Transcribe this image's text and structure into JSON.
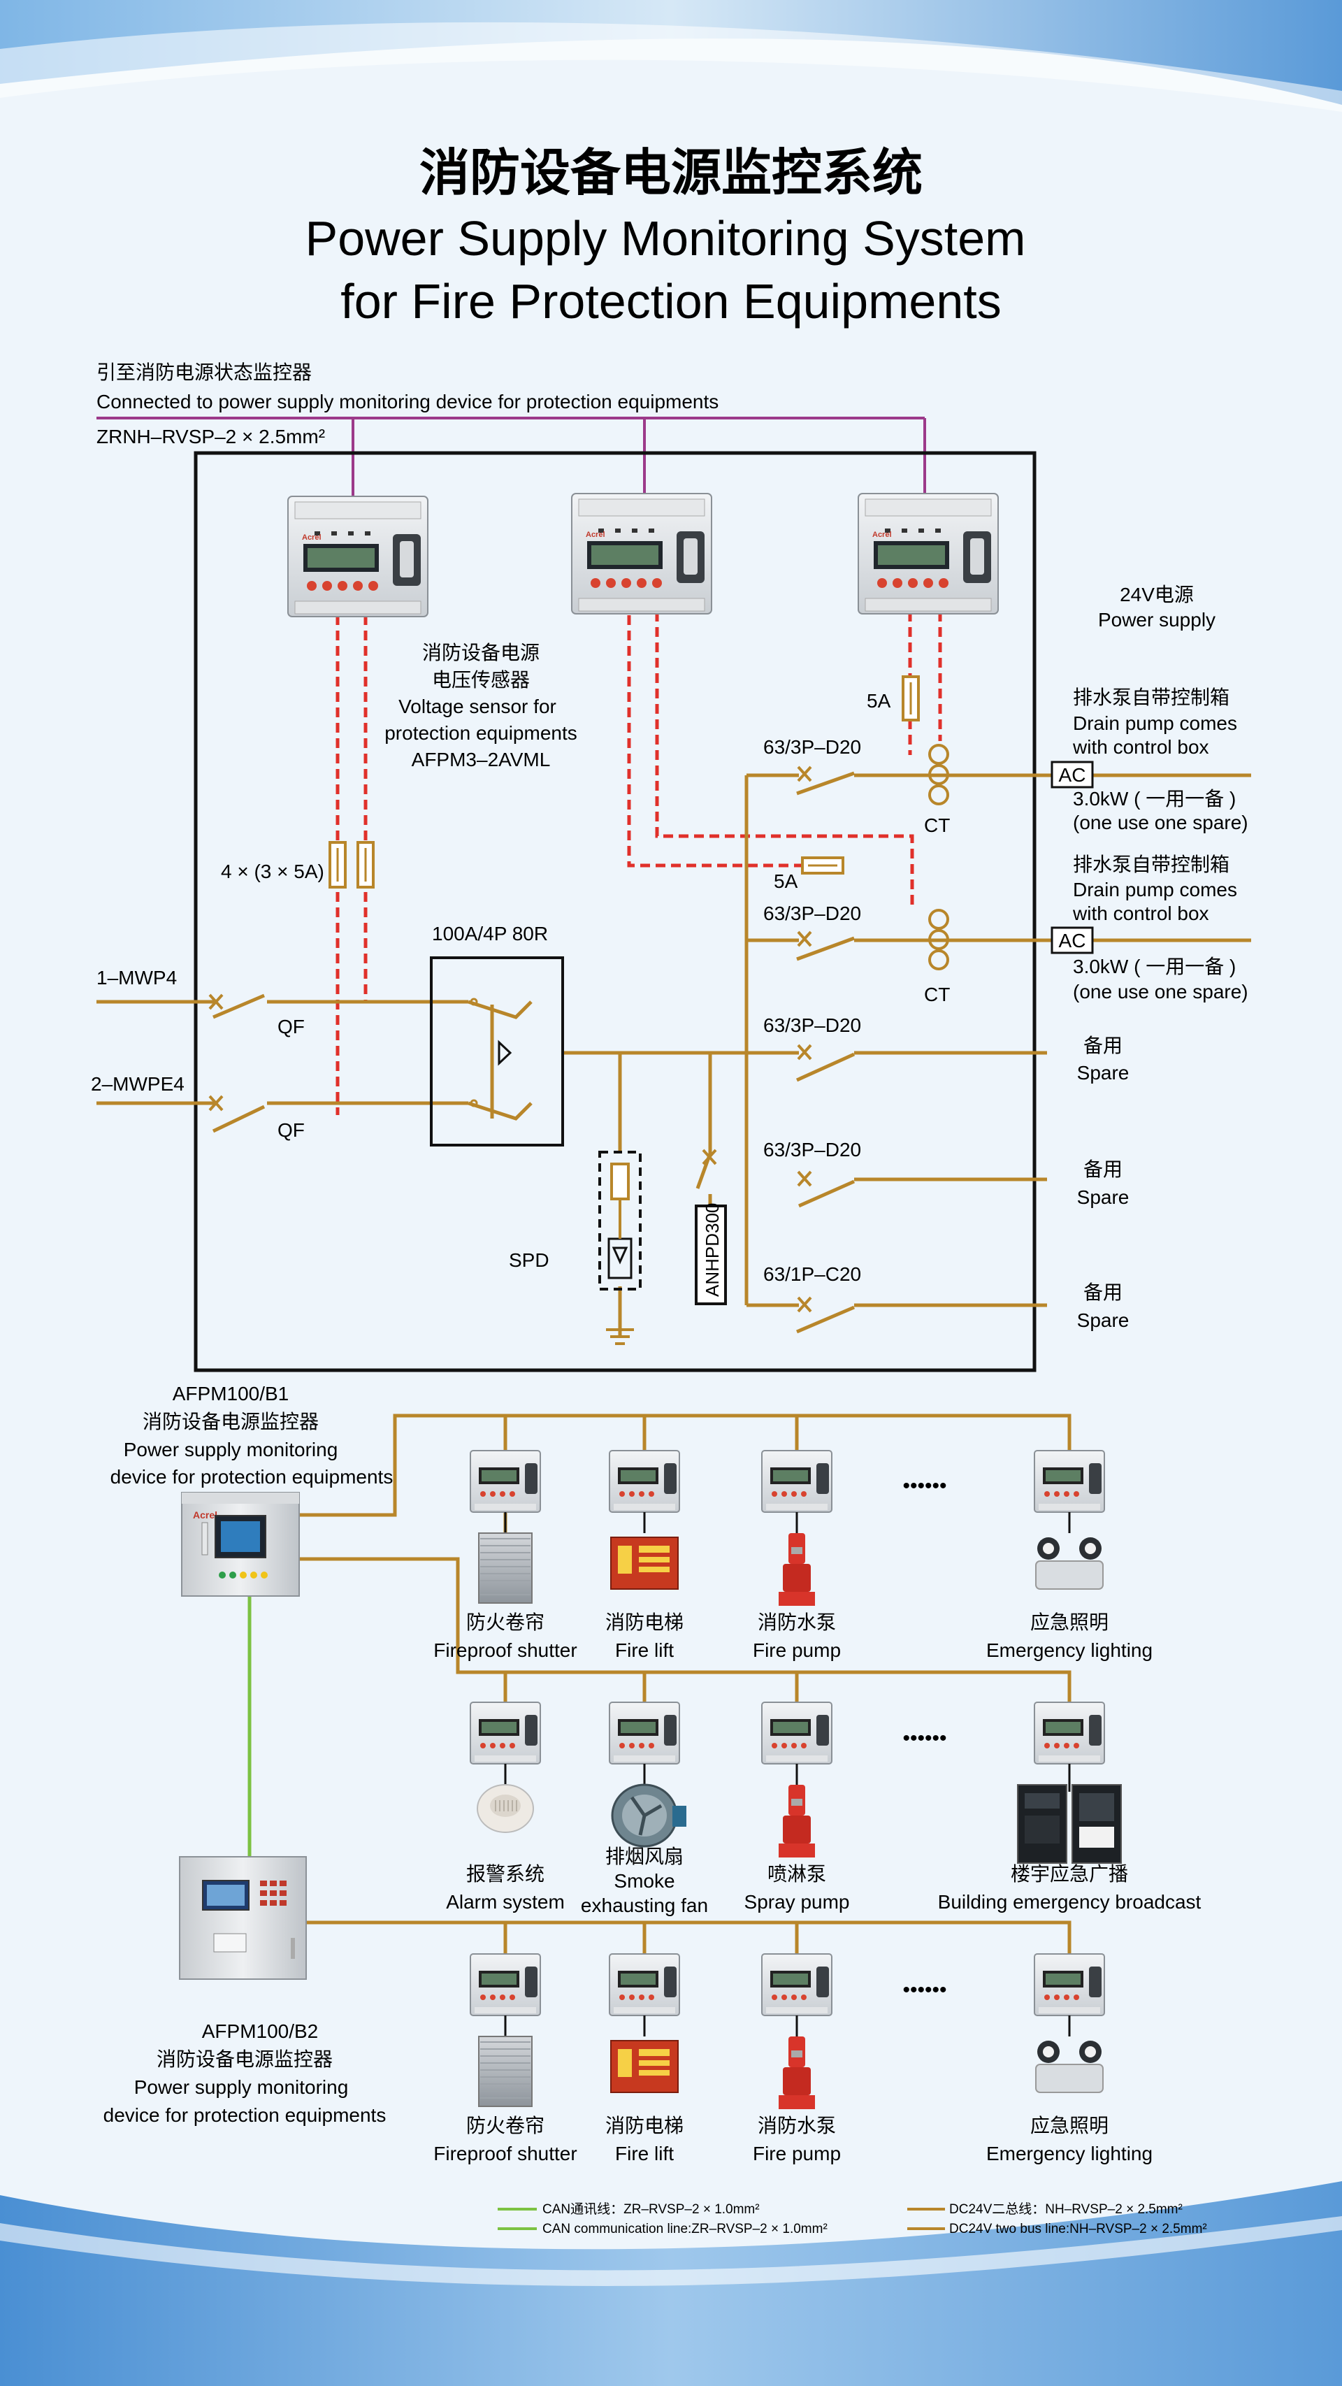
{
  "title": {
    "zh": "消防设备电源监控系统",
    "en_line1": "Power Supply Monitoring System",
    "en_line2": "for Fire Protection Equipments"
  },
  "top_note": {
    "zh": "引至消防电源状态监控器",
    "en": "Connected to power supply monitoring device for protection equipments",
    "cable": "ZRNH–RVSP–2 × 2.5mm²"
  },
  "sensor_note": {
    "zh1": "消防设备电源",
    "zh2": "电压传感器",
    "en1": "Voltage sensor for",
    "en2": "protection equipments",
    "model": "AFPM3–2AVML"
  },
  "power_supply": {
    "zh": "24V电源",
    "en": "Power supply"
  },
  "fuse_left": "4 × (3 × 5A)",
  "fuse_5a_top": "5A",
  "fuse_5a_mid": "5A",
  "breaker_main": "100A/4P 80R",
  "incoming": [
    "1–MWP4",
    "2–MWPE4"
  ],
  "qf": "QF",
  "spd": "SPD",
  "anhpd": "ANHPD300",
  "ct": "CT",
  "ac": "AC",
  "branches": [
    {
      "breaker": "63/3P–D20",
      "zh": "排水泵自带控制箱",
      "en1": "Drain pump comes",
      "en2": "with control box",
      "power": "3.0kW ( 一用一备 )",
      "power_en": "(one use one spare)"
    },
    {
      "breaker": "63/3P–D20",
      "zh": "排水泵自带控制箱",
      "en1": "Drain pump comes",
      "en2": "with control box",
      "power": "3.0kW ( 一用一备 )",
      "power_en": "(one use one spare)"
    },
    {
      "breaker": "63/3P–D20",
      "zh": "备用",
      "en1": "Spare"
    },
    {
      "breaker": "63/3P–D20",
      "zh": "备用",
      "en1": "Spare"
    },
    {
      "breaker": "63/1P–C20",
      "zh": "备用",
      "en1": "Spare"
    }
  ],
  "monitor_b1": {
    "model": "AFPM100/B1",
    "zh": "消防设备电源监控器",
    "en1": "Power supply monitoring",
    "en2": "device for protection equipments"
  },
  "monitor_b2": {
    "model": "AFPM100/B2",
    "zh": "消防设备电源监控器",
    "en1": "Power supply monitoring",
    "en2": "device for protection equipments"
  },
  "device_rows": [
    [
      {
        "zh": "防火卷帘",
        "en": "Fireproof shutter",
        "icon": "shutter"
      },
      {
        "zh": "消防电梯",
        "en": "Fire lift",
        "icon": "lift"
      },
      {
        "zh": "消防水泵",
        "en": "Fire pump",
        "icon": "pump-red"
      },
      {
        "zh": "应急照明",
        "en": "Emergency lighting",
        "icon": "light"
      }
    ],
    [
      {
        "zh": "报警系统",
        "en": "Alarm system",
        "icon": "alarm"
      },
      {
        "zh": "排烟风扇",
        "en": "Smoke",
        "en2": "exhausting fan",
        "icon": "fan"
      },
      {
        "zh": "喷淋泵",
        "en": "Spray pump",
        "icon": "pump-red"
      },
      {
        "zh": "楼宇应急广播",
        "en": "Building emergency broadcast",
        "icon": "broadcast"
      }
    ],
    [
      {
        "zh": "防火卷帘",
        "en": "Fireproof shutter",
        "icon": "shutter"
      },
      {
        "zh": "消防电梯",
        "en": "Fire lift",
        "icon": "lift"
      },
      {
        "zh": "消防水泵",
        "en": "Fire pump",
        "icon": "pump-red"
      },
      {
        "zh": "应急照明",
        "en": "Emergency lighting",
        "icon": "light"
      }
    ]
  ],
  "ellipsis": "••••••",
  "legend": {
    "can_zh": "CAN通讯线：ZR–RVSP–2 × 1.0mm²",
    "can_en": "CAN communication line:ZR–RVSP–2 × 1.0mm²",
    "dc_zh": "DC24V二总线：NH–RVSP–2 × 2.5mm²",
    "dc_en": "DC24V two bus line:NH–RVSP–2 × 2.5mm²"
  },
  "colors": {
    "wire": "#b8862a",
    "signal": "#e0302a",
    "can": "#7cc242",
    "bus_top": "#9c3a8a",
    "frame": "#111111",
    "bg_light": "#eef5fb",
    "bg_blue": "#5b9bd5"
  }
}
